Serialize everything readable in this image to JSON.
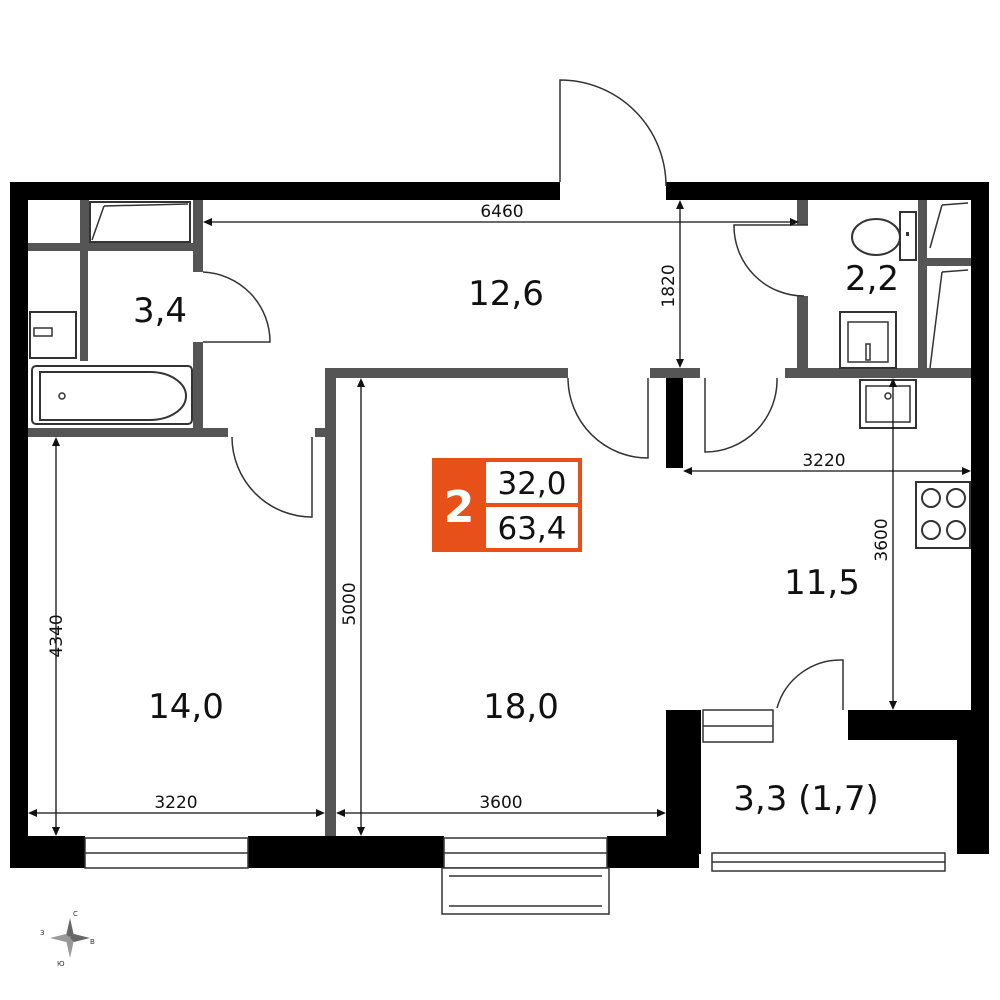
{
  "colors": {
    "wall": "#000000",
    "partition": "#555555",
    "accent": "#e8501a",
    "text": "#111111"
  },
  "rooms": {
    "hall": "12,6",
    "bathroom": "3,4",
    "toilet": "2,2",
    "bedroom": "14,0",
    "living": "18,0",
    "kitchen": "11,5",
    "balcony": "3,3 (1,7)"
  },
  "dimensions": {
    "hall_width": "6460",
    "hall_depth": "1820",
    "kitchen_width": "3220",
    "kitchen_depth": "3600",
    "bedroom_depth": "4340",
    "bedroom_width": "3220",
    "living_depth": "5000",
    "living_width": "3600"
  },
  "badge": {
    "rooms_count": "2",
    "living_area": "32,0",
    "total_area": "63,4"
  },
  "compass": {
    "north": "С",
    "west": "З",
    "east": "В",
    "south": "Ю"
  }
}
